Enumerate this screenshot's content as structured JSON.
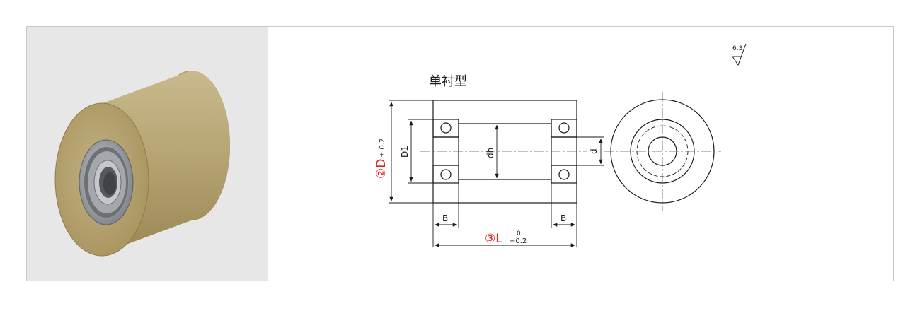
{
  "photo": {
    "alt_name": "Urethane roller with bearing"
  },
  "drawing": {
    "title": "单衬型",
    "roughness": "6.3",
    "labels": {
      "D": "②D",
      "D_tol": "± 0.2",
      "D1": "D1",
      "dh": "dh",
      "d": "d",
      "B_left": "B",
      "B_right": "B",
      "L": "③L",
      "L_tol_upper": "0",
      "L_tol_lower": "−0.2"
    },
    "colors": {
      "line": "#1a1a1a",
      "highlight": "#e02020",
      "roller_body": "#b8a676",
      "bearing": "#9ea3a8"
    }
  }
}
